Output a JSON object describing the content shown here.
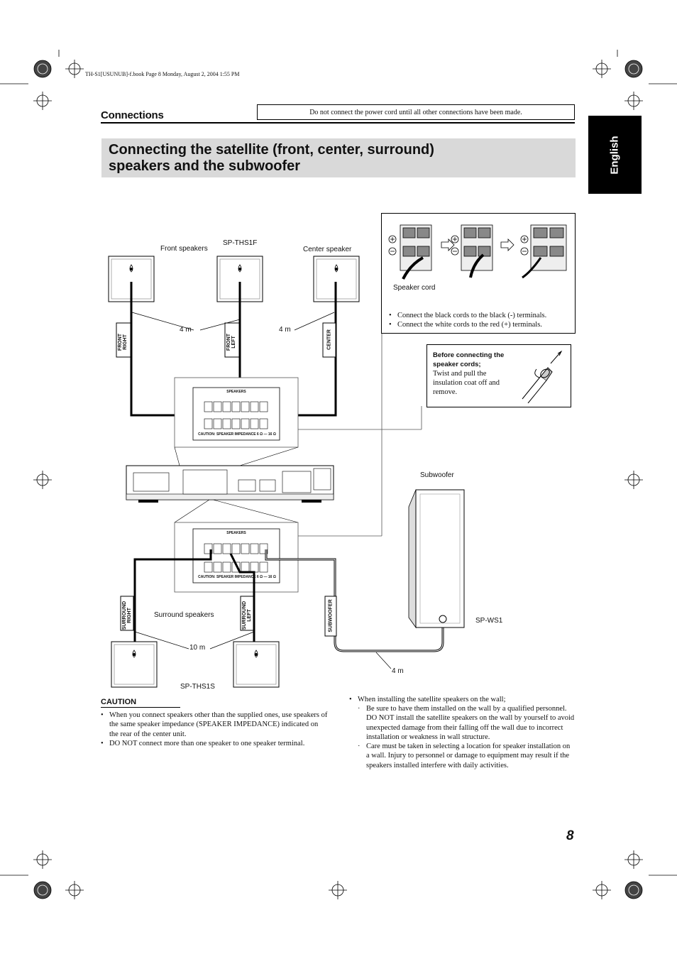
{
  "header_meta": "TH-S1[USUNUB]-f.book  Page 8  Monday, August 2, 2004  1:55 PM",
  "section": "Connections",
  "notice": "Do not connect the  power cord until all other connections have been made.",
  "language_tab": "English",
  "title_line1": "Connecting the satellite (front, center, surround)",
  "title_line2": "speakers and the subwoofer",
  "diagram": {
    "front_speakers": "Front speakers",
    "front_model": "SP-THS1F",
    "center_speaker": "Center speaker",
    "front_right": "FRONT RIGHT",
    "front_left": "FRONT LEFT",
    "center": "CENTER",
    "dist_front_right": "4 m",
    "dist_center": "4 m",
    "surround_speakers": "Surround speakers",
    "surround_model": "SP-THS1S",
    "surround_right": "SURROUND RIGHT",
    "surround_left": "SURROUND LEFT",
    "subwoofer_tag": "SUBWOOFER",
    "dist_surround": "10 m",
    "dist_sub": "4 m",
    "subwoofer": "Subwoofer",
    "sub_model": "SP-WS1",
    "panel_top_title": "SPEAKERS",
    "panel_caution": "CAUTION: SPEAKER IMPEDANCE 6 Ω — 16 Ω",
    "panel_bottom_title": "SPEAKERS",
    "speaker_cord": "Speaker cord"
  },
  "terminal_box": {
    "items": [
      "Connect the black cords to the black (-) terminals.",
      "Connect the white cords to the red (+) terminals."
    ]
  },
  "before_box": {
    "heading": "Before connecting the speaker cords;",
    "text": "Twist and pull the insulation coat off and remove."
  },
  "caution": {
    "heading": "CAUTION",
    "items": [
      "When you connect speakers other than the supplied ones, use speakers of the same speaker impedance (SPEAKER IMPEDANCE) indicated on the rear of the center unit.",
      "DO NOT connect more than one speaker to one speaker terminal."
    ]
  },
  "wall": {
    "intro": "When installing the satellite speakers on the wall;",
    "items": [
      "Be sure to have them installed on the wall by a qualified personnel. DO NOT install the satellite speakers on the wall by yourself to avoid unexpected damage from their falling off the wall due to incorrect installation or weakness in wall structure.",
      "Care must be taken in selecting a location for speaker installation on a wall. Injury to personnel or damage to equipment may result if the speakers installed interfere with daily activities."
    ]
  },
  "page_number": "8"
}
